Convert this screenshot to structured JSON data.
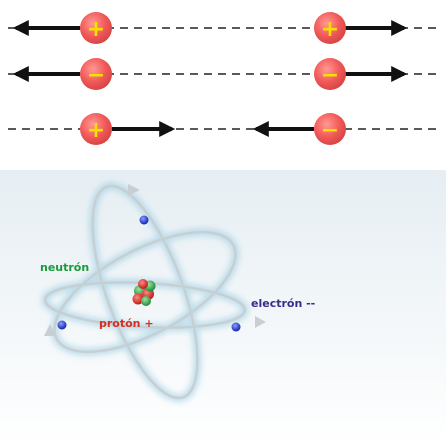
{
  "charges": {
    "rows": [
      {
        "left_sign": "+",
        "right_sign": "+",
        "interaction": "repel"
      },
      {
        "left_sign": "−",
        "right_sign": "−",
        "interaction": "repel"
      },
      {
        "left_sign": "+",
        "right_sign": "−",
        "interaction": "attract"
      }
    ],
    "colors": {
      "charge_fill": "#f25a5a",
      "sign_color": "#f6e000",
      "arrow": "#111111",
      "dashes": "#222222"
    }
  },
  "atom": {
    "labels": {
      "neutron": "neutrón",
      "proton": "protón +",
      "electron": "electrón --"
    },
    "colors": {
      "neutron_label": "#1a9a3a",
      "proton_label": "#d23020",
      "electron_label": "#3a2a8a",
      "electron_dot": "#2233cc",
      "orbit": "#c8cfd2"
    }
  }
}
